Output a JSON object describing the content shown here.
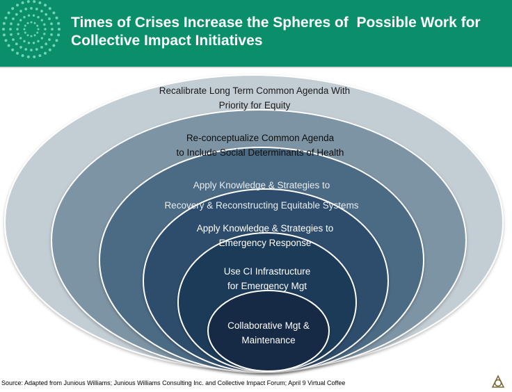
{
  "header": {
    "title_line1": "Times of Crises Increase the Spheres of  Possible Work for",
    "title_line2": "Collective Impact Initiatives",
    "background": "#0b8f6a"
  },
  "rings": [
    {
      "line1": "Recalibrate Long Term Common Agenda  With",
      "line2": "Priority for Equity",
      "fill": "#c3cdd4",
      "text_color": "#1a1a1a"
    },
    {
      "line1": "Re-conceptualize Common Agenda",
      "line2": "to Include Social Determinants of Health",
      "fill": "#7d94a4",
      "text_color": "#0d0d0d"
    },
    {
      "line1": "Apply Knowledge & Strategies to",
      "line2": "Recovery & Reconstructing Equitable Systems",
      "fill": "#4c6a84",
      "text_color": "#e8edf1"
    },
    {
      "line1": "Apply Knowledge & Strategies to",
      "line2": "Emergency Response",
      "fill": "#2e4e6c",
      "text_color": "#ffffff"
    },
    {
      "line1": "Use CI Infrastructure",
      "line2": "for Emergency Mgt",
      "fill": "#1d3a58",
      "text_color": "#ffffff"
    },
    {
      "line1": "Collaborative Mgt &",
      "line2": "Maintenance",
      "fill": "#142b45",
      "text_color": "#ffffff"
    }
  ],
  "footer": {
    "source": "Source: Adapted from Junious Williams; Junious Williams Consulting Inc. and Collective Impact Forum; April 9 Virtual Coffee"
  },
  "icons": {
    "header_logo": "sunburst-logo-icon",
    "corner_logo": "knot-logo-icon"
  }
}
